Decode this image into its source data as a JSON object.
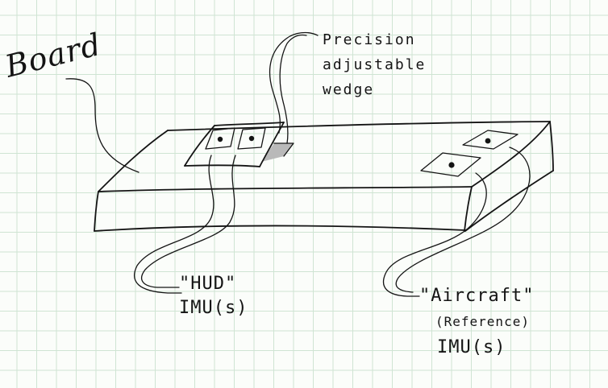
{
  "labels": {
    "board": "Board",
    "wedge_line1": "Precision",
    "wedge_line2": "adjustable",
    "wedge_line3": "wedge",
    "hud_line1": "\"HUD\"",
    "hud_line2": "IMU(s)",
    "aircraft_line1": "\"Aircraft\"",
    "aircraft_line2": "(Reference)",
    "aircraft_line3": "IMU(s)"
  },
  "colors": {
    "paper": "#fbfdfa",
    "grid": "#cfe4d3",
    "ink": "#141414",
    "imu_fill": "#eab3b3",
    "wedge_shadow": "#b9b9b9"
  }
}
